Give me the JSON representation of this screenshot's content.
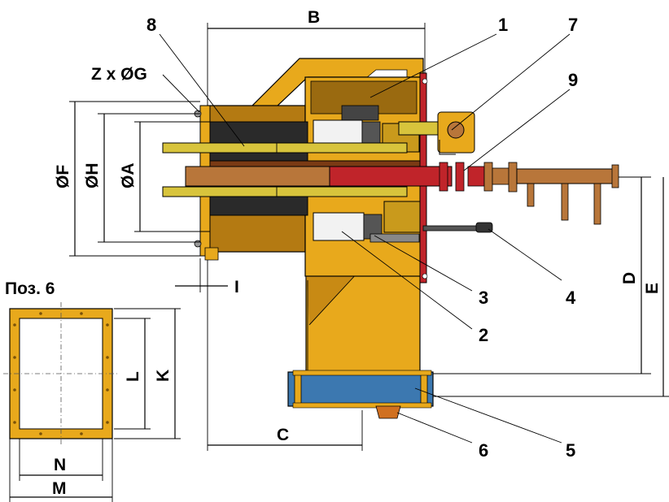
{
  "part_labels": {
    "p1": "1",
    "p2": "2",
    "p3": "3",
    "p4": "4",
    "p5": "5",
    "p6": "6",
    "p7": "7",
    "p8": "8",
    "p9": "9"
  },
  "dimension_labels": {
    "B": "B",
    "C": "C",
    "D": "D",
    "E": "E",
    "I": "I",
    "F": "ØF",
    "H": "ØH",
    "A": "ØA",
    "ZG": "Z x ØG",
    "K": "K",
    "L": "L",
    "M": "M",
    "N": "N"
  },
  "detail_title": "Поз. 6",
  "colors": {
    "body_yellow": "#e8a91c",
    "body_dark": "#b47a12",
    "inner_dark": "#7a5208",
    "black_part": "#2a2a2a",
    "red_pipe": "#c0242a",
    "copper": "#b8763a",
    "rod_yellow": "#d8c43c",
    "blue_block": "#3c78b0",
    "gray": "#9a9a9a",
    "white_part": "#f2f2f2"
  }
}
